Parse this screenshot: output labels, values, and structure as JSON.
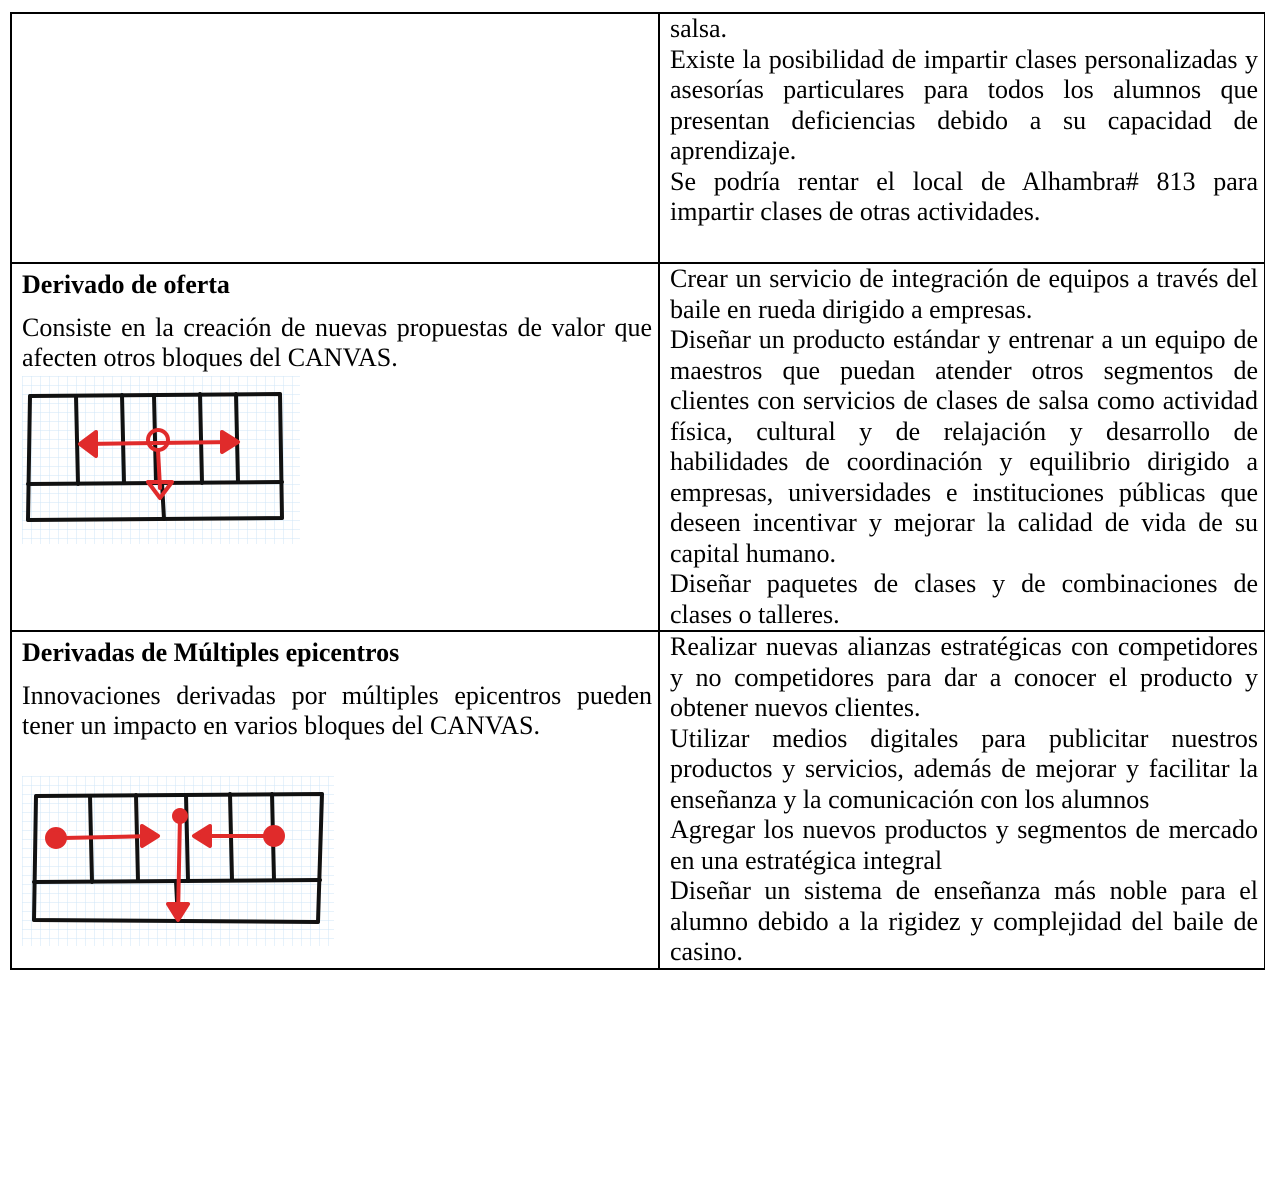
{
  "row0": {
    "right": [
      "salsa.",
      "Existe la posibilidad de impartir clases personalizadas y asesorías particulares para todos los alumnos que presentan deficiencias debido a su capacidad de aprendizaje.",
      "Se podría rentar el local de Alhambra# 813 para impartir clases de otras actividades."
    ]
  },
  "row1": {
    "title": "Derivado de oferta",
    "desc": "Consiste en la creación de nuevas propuestas de valor que afecten otros bloques del CANVAS.",
    "right": [
      "Crear un servicio de integración de equipos a través del baile en rueda dirigido a empresas.",
      "Diseñar un producto estándar y entrenar a un equipo de maestros que puedan atender otros segmentos de clientes con servicios de clases de salsa como actividad física, cultural y de relajación y desarrollo de habilidades de coordinación y equilibrio dirigido a empresas, universidades e instituciones públicas que deseen incentivar y mejorar la calidad de vida de su capital humano.",
      "Diseñar paquetes de clases y de combinaciones de clases o talleres."
    ]
  },
  "row2": {
    "title": "Derivadas de Múltiples epicentros",
    "desc": "Innovaciones derivadas por múltiples epicentros pueden tener un impacto en varios bloques del CANVAS.",
    "right": [
      "Realizar nuevas alianzas estratégicas con competidores y  no competidores para dar a conocer el producto y obtener nuevos clientes.",
      " Utilizar medios digitales para publicitar nuestros productos y servicios, además de mejorar y facilitar la enseñanza  y la comunicación con los alumnos",
      "Agregar los nuevos productos y segmentos de mercado en una estratégica integral",
      "Diseñar un sistema de enseñanza más noble para el alumno debido a la rigidez y complejidad del baile de casino."
    ]
  },
  "colors": {
    "grid": "#cfe6f7",
    "ink": "#111111",
    "arrow": "#e02b2b"
  }
}
